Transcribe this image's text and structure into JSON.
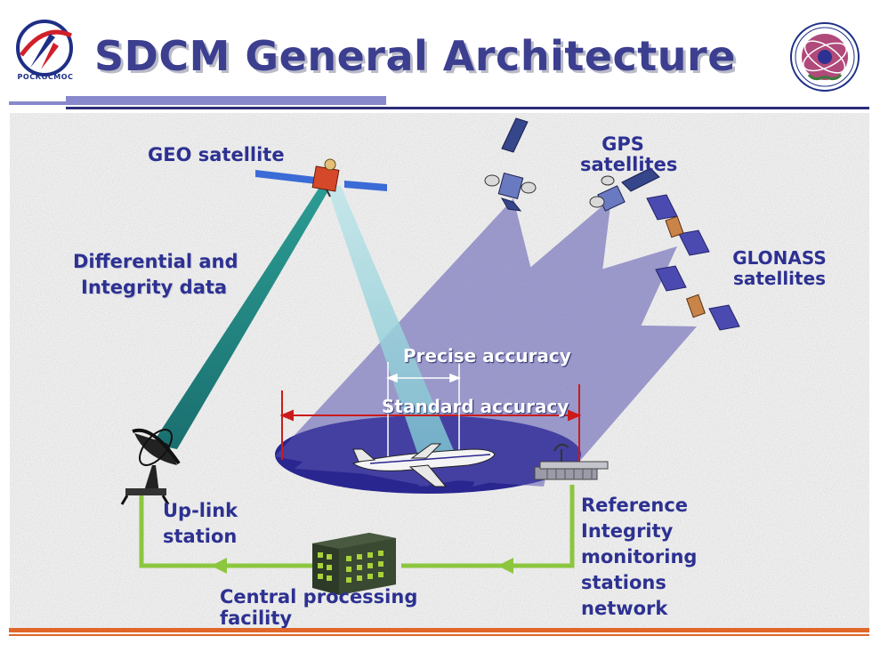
{
  "header": {
    "title": "SDCM General Architecture",
    "left_logo_text": "РОСКОСМОС",
    "left_logo_icon": "roscosmos-logo",
    "right_logo_icon": "emblem-seal"
  },
  "diagram": {
    "geo_satellite_label": "GEO satellite",
    "gps_satellites_label": [
      "GPS",
      "satellites"
    ],
    "glonass_satellites_label": [
      "GLONASS",
      "satellites"
    ],
    "differential_label": [
      "Differential and",
      "Integrity data"
    ],
    "precise_accuracy_label": "Precise accuracy",
    "standard_accuracy_label": "Standard accuracy",
    "uplink_label": [
      "Up-link",
      "station"
    ],
    "central_label": [
      "Central processing",
      "facility"
    ],
    "reference_label": [
      "Reference",
      "Integrity",
      "monitoring",
      "stations",
      "network"
    ]
  },
  "colors": {
    "title": "#3c3f8f",
    "label_text": "#2d3191",
    "uplink_beam": "#1f8f8f",
    "coverage_beam": "#5a56b0",
    "coverage_ellipse": "#2a2690",
    "measure_line": "#cc1a1a",
    "flow_arrow": "#8cc63f",
    "footer_line": "#e0662a",
    "header_bar_left": "#8888cc",
    "header_bar_right": "#2d2d7a"
  }
}
